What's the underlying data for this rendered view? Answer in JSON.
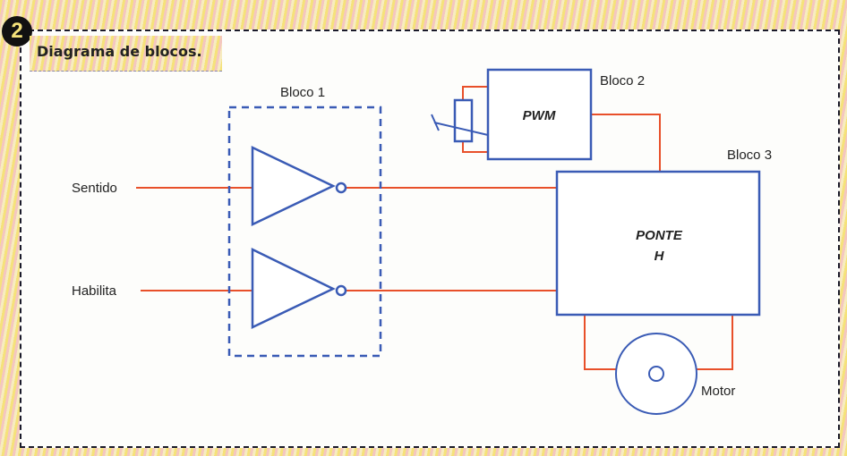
{
  "figure_number": "2",
  "title": "Diagrama de blocos.",
  "blocks": {
    "bloco1": "Bloco 1",
    "bloco2": "Bloco 2",
    "bloco3": "Bloco 3",
    "pwm": "PWM",
    "ponte_line1": "PONTE",
    "ponte_line2": "H"
  },
  "inputs": {
    "sentido": "Sentido",
    "habilita": "Habilita"
  },
  "motor": "Motor",
  "colors": {
    "wire": "#e8502a",
    "block": "#3a5bb5"
  }
}
